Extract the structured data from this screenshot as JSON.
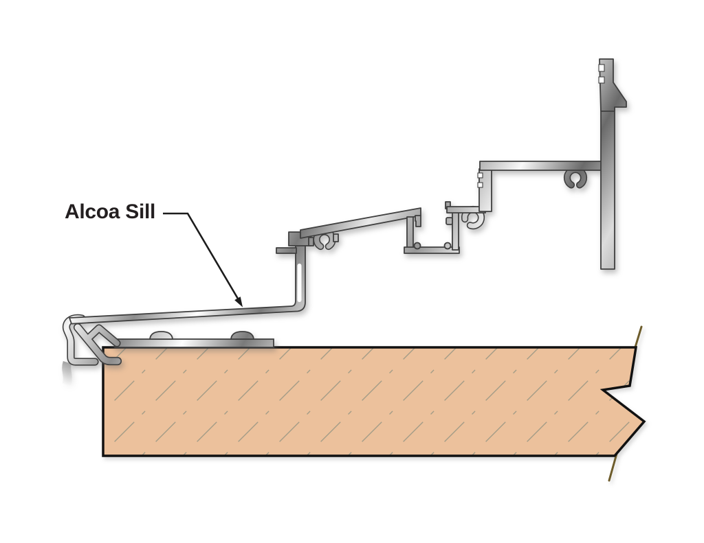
{
  "label": {
    "text": "Alcoa Sill"
  },
  "diagram": {
    "parts": {
      "extrusion": "aluminum-sill-extrusion",
      "plate": "mounting-plate",
      "screws": "screw-heads",
      "wood": "wood-sill-substrate",
      "break": "break-line"
    },
    "colors": {
      "background": "#ffffff",
      "wood_fill": "#ecc19c",
      "wood_outline": "#111111",
      "hatch_line": "#a39c87",
      "metal_edge": "#3f3f3f",
      "metal_highlight": "#fdfdfd",
      "metal_shadow": "#6e6e6e",
      "label_text": "#231f20",
      "leader_line": "#1c1c1c",
      "grain_line": "#6d5c2b"
    }
  }
}
